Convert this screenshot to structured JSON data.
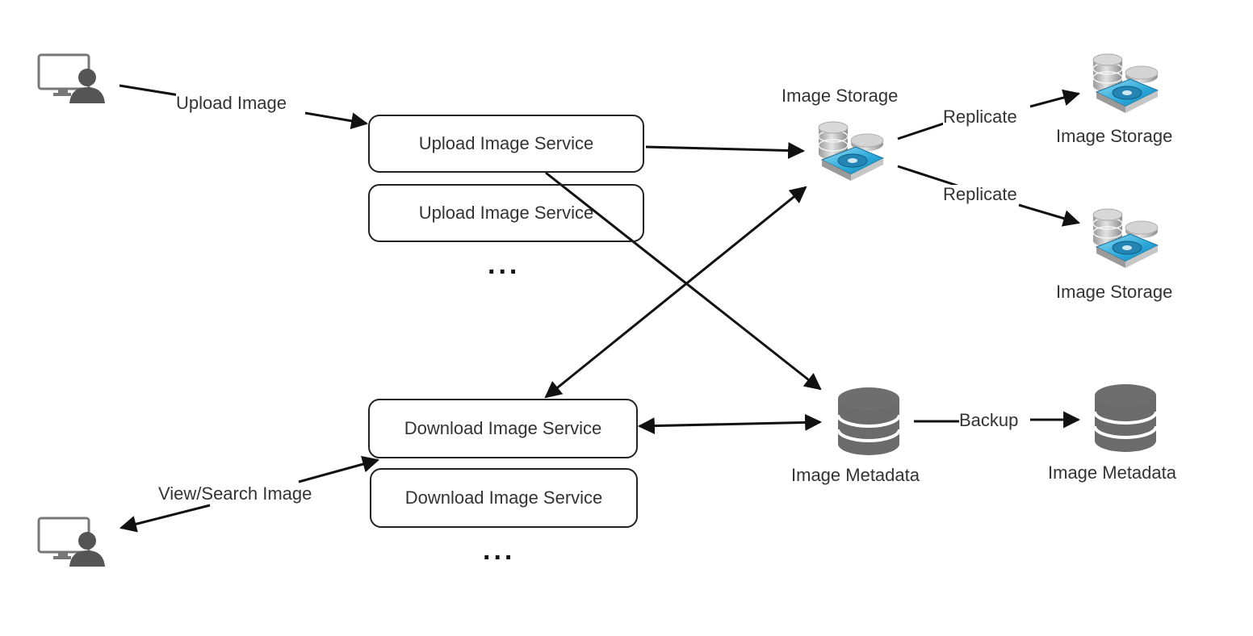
{
  "diagram": {
    "clients": [
      {
        "id": "uploader",
        "icon": "user-computer-icon"
      },
      {
        "id": "viewer",
        "icon": "user-computer-icon"
      }
    ],
    "services": {
      "upload": [
        "Upload Image Service",
        "Upload Image Service"
      ],
      "upload_more": "...",
      "download": [
        "Download Image Service",
        "Download Image Service"
      ],
      "download_more": "..."
    },
    "storage": {
      "primary_label": "Image Storage",
      "replica_labels": [
        "Image Storage",
        "Image Storage"
      ],
      "icon": "storage-disk-icon"
    },
    "metadata": {
      "primary_label": "Image Metadata",
      "backup_label": "Image Metadata",
      "icon": "database-icon"
    },
    "edges": [
      {
        "from": "uploader",
        "to": "upload-service",
        "label": "Upload Image",
        "direction": "forward"
      },
      {
        "from": "upload-service",
        "to": "image-storage",
        "label": "",
        "direction": "forward"
      },
      {
        "from": "upload-service",
        "to": "image-metadata",
        "label": "",
        "direction": "forward"
      },
      {
        "from": "image-storage",
        "to": "image-storage-replica-1",
        "label": "Replicate",
        "direction": "forward"
      },
      {
        "from": "image-storage",
        "to": "image-storage-replica-2",
        "label": "Replicate",
        "direction": "forward"
      },
      {
        "from": "download-service",
        "to": "image-storage",
        "label": "",
        "direction": "both"
      },
      {
        "from": "download-service",
        "to": "image-metadata",
        "label": "",
        "direction": "both"
      },
      {
        "from": "image-metadata",
        "to": "image-metadata-backup",
        "label": "Backup",
        "direction": "forward"
      },
      {
        "from": "viewer",
        "to": "download-service",
        "label": "View/Search Image",
        "direction": "both"
      }
    ]
  }
}
